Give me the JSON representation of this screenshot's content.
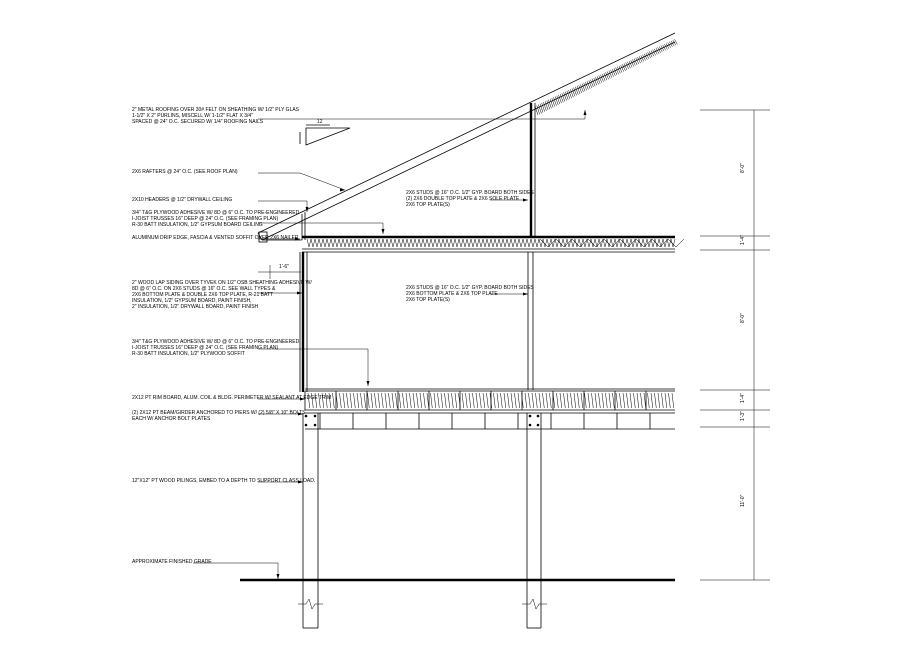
{
  "notes": {
    "n1": [
      "2\" METAL ROOFING OVER 30# FELT ON SHEATHING W/ 1/2\" PLY GLAS",
      "1-1/2\" X 2\" PURLINS, MISCELL W/ 1-1/2\" FLAT X 3/4\"",
      "SPACED @ 24\" O.C. SECURED W/ 1/4\" ROOFING NAILS"
    ],
    "n2": [
      "2X6 RAFTERS @ 24\" O.C. (SEE ROOF PLAN)"
    ],
    "n3": [
      "2X10 HEADERS @ 1/2\" DRYWALL CEILING"
    ],
    "n4": [
      "3/4\" T&G PLYWOOD ADHESIVE W/ 8D @ 6\" O.C. TO PRE-ENGINEERED",
      "I-JOIST TRUSSES 16\" DEEP @ 24\" O.C. (SEE FRAMING PLAN)",
      "R-30 BATT INSULATION, 1/2\" GYPSUM BOARD CEILING"
    ],
    "n5": [
      "ALUMINUM DRIP EDGE, FASCIA & VENTED SOFFIT OVER 2X6 NAILER"
    ],
    "n6": [
      "2\" WOOD LAP SIDING OVER TYVEK ON 1/2\" OSB SHEATHING ADHESIVE W/",
      "8D @ 6\" O.C. ON 2X6 STUDS @ 16\" O.C. SEE WALL TYPES &",
      "2X6 BOTTOM PLATE & DOUBLE 2X6 TOP PLATE, R-21 BATT",
      "INSULATION, 1/2\" GYPSUM BOARD, PAINT FINISH,",
      "2\" INSULATION, 1/2\" DRYWALL BOARD, PAINT FINISH"
    ],
    "n7": [
      "3/4\" T&G PLYWOOD ADHESIVE W/ 8D @ 6\" O.C. TO PRE-ENGINEERED",
      "I-JOIST TRUSSES 16\" DEEP @ 24\" O.C. (SEE FRAMING PLAN)",
      "R-30 BATT INSULATION, 1/2\" PLYWOOD SOFFIT"
    ],
    "n8": [
      "2X12 PT RIM BOARD, ALUM. COIL & BLDG. PERIMETER W/ SEALANT AT EDGE TRIM"
    ],
    "n9": [
      "(2) 2X12 PT BEAM/GIRDER ANCHORED TO PIERS W/ (2) 5/8\" X 10\" BOLTS",
      "EACH W/ ANCHOR BOLT PLATES"
    ],
    "n10": [
      "12\"X12\" PT WOOD PILINGS, EMBED TO A DEPTH TO SUPPORT CLASS LOAD."
    ],
    "n11": [
      "APPROXIMATE FINISHED GRADE"
    ],
    "n12": [
      "2X6 STUDS @ 16\" O.C. 1/2\" GYP. BOARD BOTH SIDES",
      "(2) 2X6 DOUBLE TOP PLATE & 2X6 SOLE PLATE",
      "2X6 TOP PLATE(S)"
    ],
    "n13": [
      "2X6 STUDS @ 16\" O.C. 1/2\" GYP. BOARD BOTH SIDES",
      "2X6 BOTTOM PLATE & 2X6 TOP PLATE",
      "2X6 TOP PLATE(S)"
    ]
  },
  "slope": {
    "rise": "12"
  },
  "offset_dim": "1'-6\"",
  "dimensions": [
    "8'-0\"",
    "1'-4\"",
    "8'-0\"",
    "1'-4\"",
    "1'-3\"",
    "11'-0\""
  ]
}
